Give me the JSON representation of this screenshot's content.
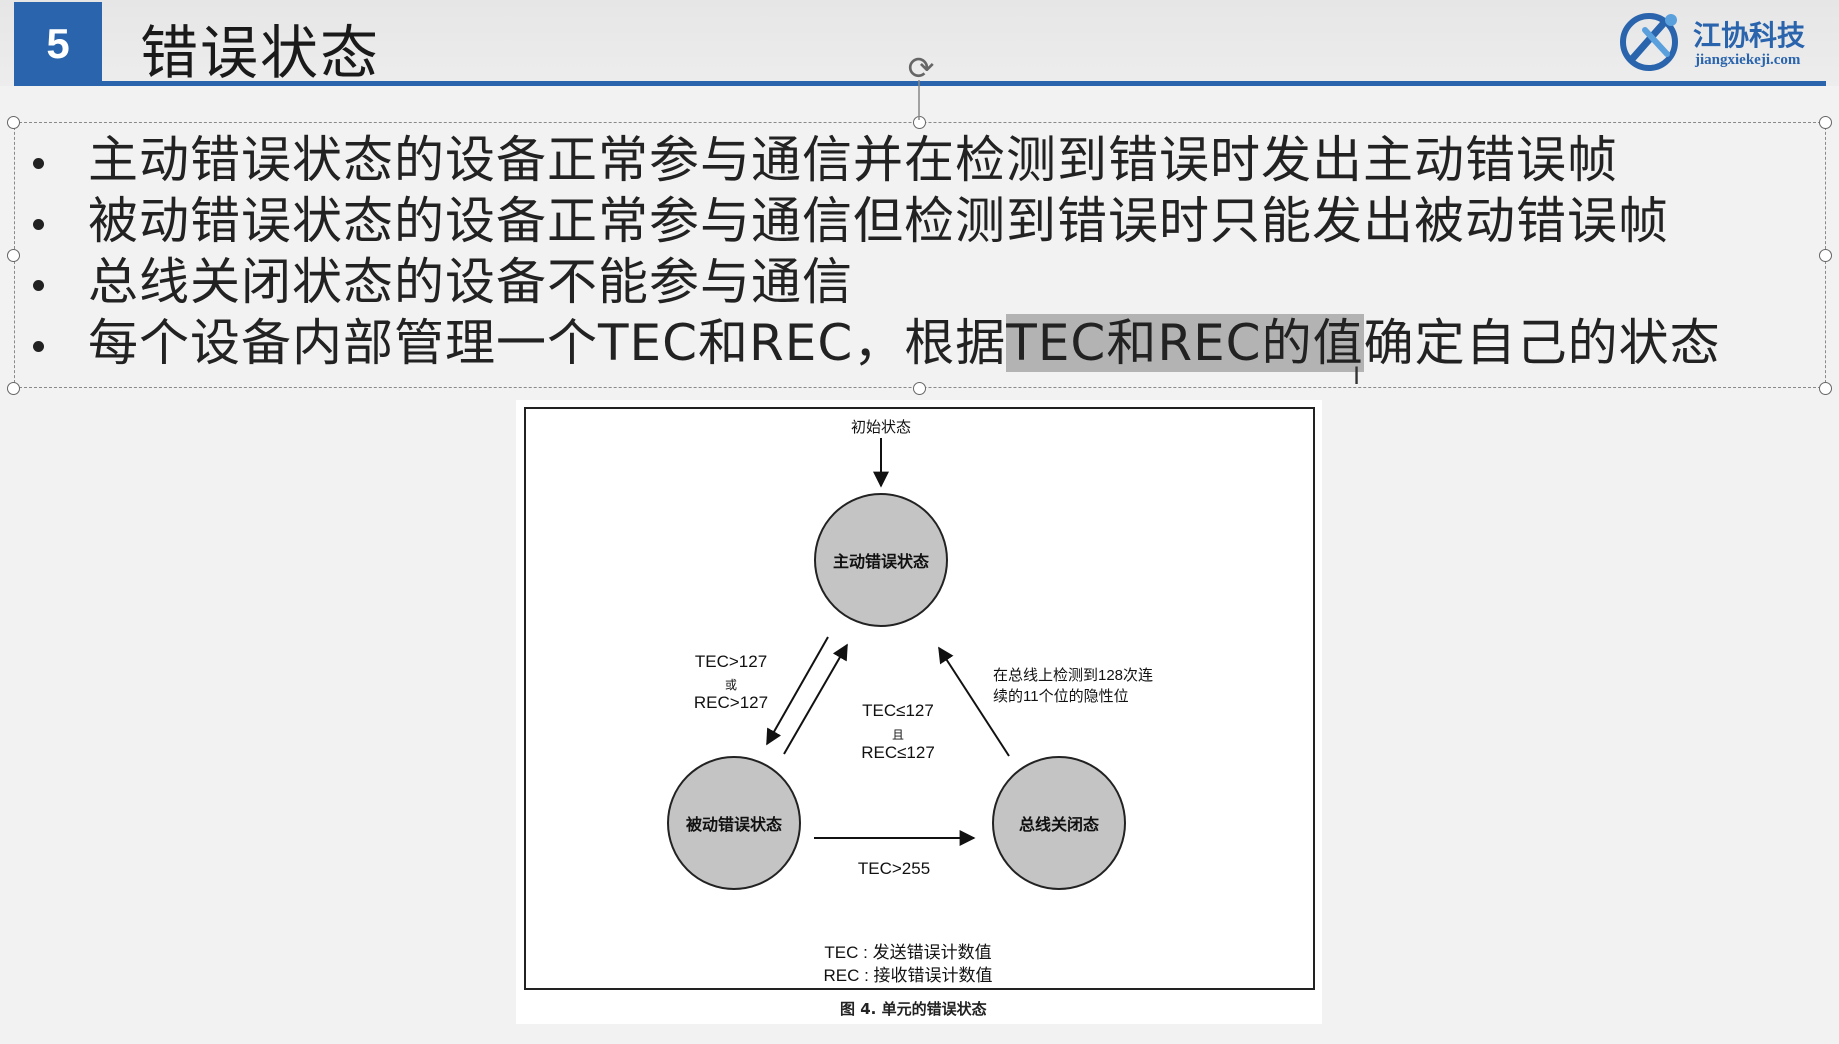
{
  "slide": {
    "number": "5",
    "title": "错误状态"
  },
  "logo": {
    "name": "江协科技",
    "url": "jiangxiekeji.com"
  },
  "bullets": [
    {
      "text": "主动错误状态的设备正常参与通信并在检测到错误时发出主动错误帧"
    },
    {
      "text": "被动错误状态的设备正常参与通信但检测到错误时只能发出被动错误帧"
    },
    {
      "text": "总线关闭状态的设备不能参与通信"
    },
    {
      "pre": "每个设备内部管理一个TEC和REC，根据",
      "highlight": "TEC和REC的值",
      "post": "确定自己的状态"
    }
  ],
  "diagram": {
    "initial_label": "初始状态",
    "states": {
      "active": "主动错误状态",
      "passive": "被动错误状态",
      "busoff": "总线关闭态"
    },
    "transitions": {
      "to_passive_line1": "TEC>127",
      "to_passive_or": "或",
      "to_passive_line2": "REC>127",
      "to_active_line1": "TEC≤127",
      "to_active_and": "且",
      "to_active_line2": "REC≤127",
      "to_busoff": "TEC>255",
      "recover_line1": "在总线上检测到128次连",
      "recover_line2": "续的11个位的隐性位"
    },
    "legend": {
      "tec": "TEC : 发送错误计数值",
      "rec": "REC : 接收错误计数值"
    },
    "caption": "图 4.   单元的错误状态"
  },
  "colors": {
    "accent": "#2a64ad",
    "state_fill": "#c4c4c4",
    "highlight": "#b3b3b3"
  },
  "icons": [
    "rotate-handle-icon",
    "logo-icon",
    "text-cursor-icon"
  ]
}
